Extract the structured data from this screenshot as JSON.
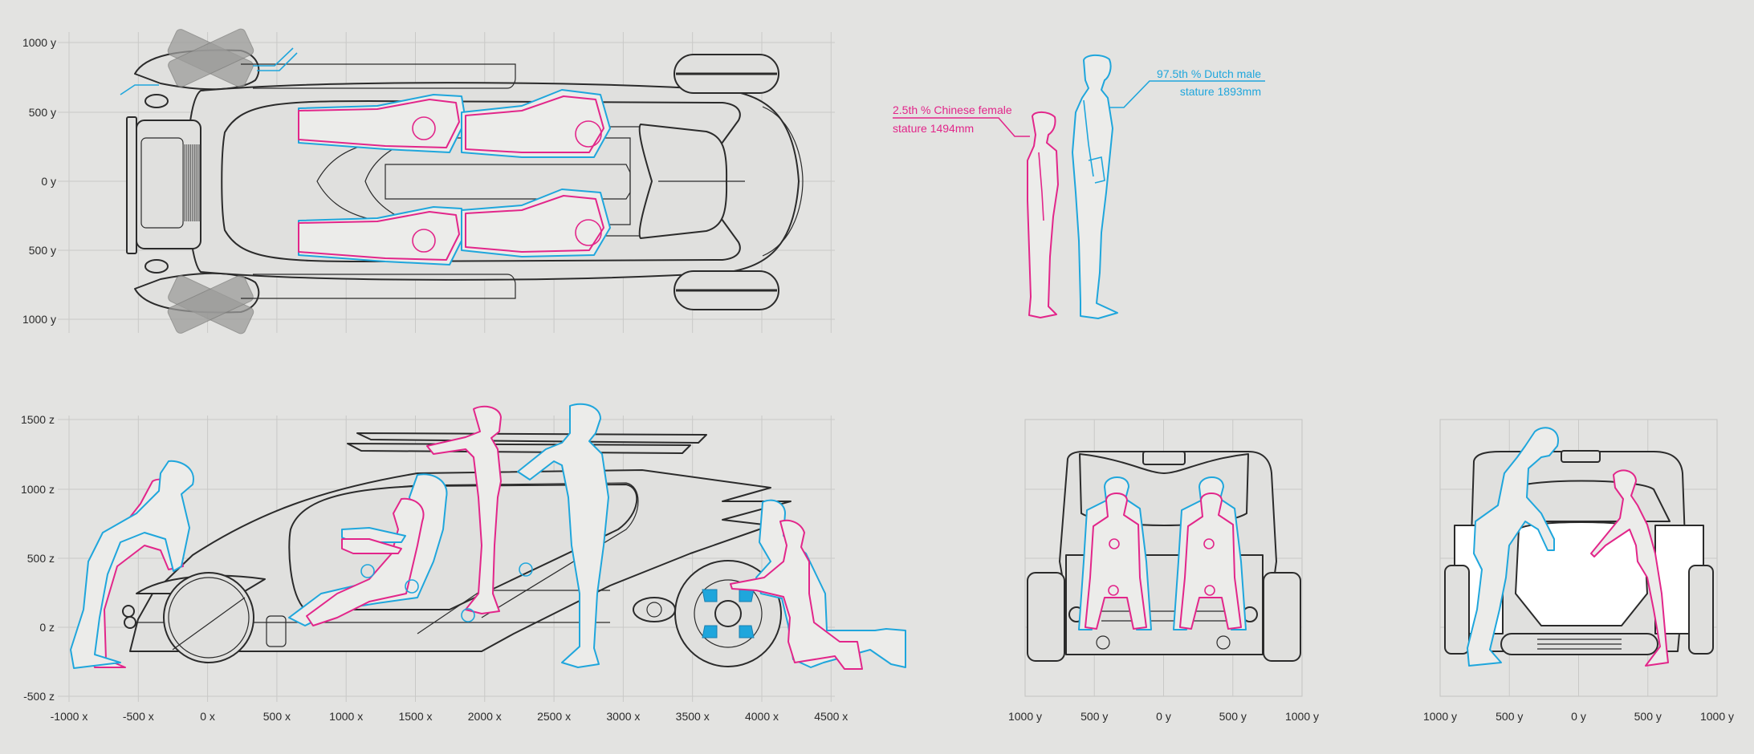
{
  "colors": {
    "background": "#e3e3e1",
    "female_mannequin": "#e2268a",
    "male_mannequin": "#1fa6dc",
    "vehicle_outline": "#2b2b2b",
    "grid": "#c9c9c7"
  },
  "top_view": {
    "y_ticks": [
      "1000 y",
      "500 y",
      "0 y",
      "500 y",
      "1000 y"
    ]
  },
  "side_view": {
    "z_ticks": [
      "1500 z",
      "1000 z",
      "500 z",
      "0 z",
      "-500 z"
    ],
    "x_ticks": [
      "-1000 x",
      "-500 x",
      "0 x",
      "500 x",
      "1000 x",
      "1500 x",
      "2000 x",
      "2500 x",
      "3000 x",
      "3500 x",
      "4000 x",
      "4500 x"
    ]
  },
  "front_view": {
    "y_ticks": [
      "1000 y",
      "500 y",
      "0 y",
      "500 y",
      "1000 y"
    ]
  },
  "rear_view": {
    "y_ticks": [
      "1000 y",
      "500 y",
      "0 y",
      "500 y",
      "1000 y"
    ]
  },
  "mannequins": {
    "female": {
      "line1": "2.5th % Chinese female",
      "line2": "stature 1494mm"
    },
    "male": {
      "line1": "97.5th % Dutch male",
      "line2": "stature 1893mm"
    }
  }
}
